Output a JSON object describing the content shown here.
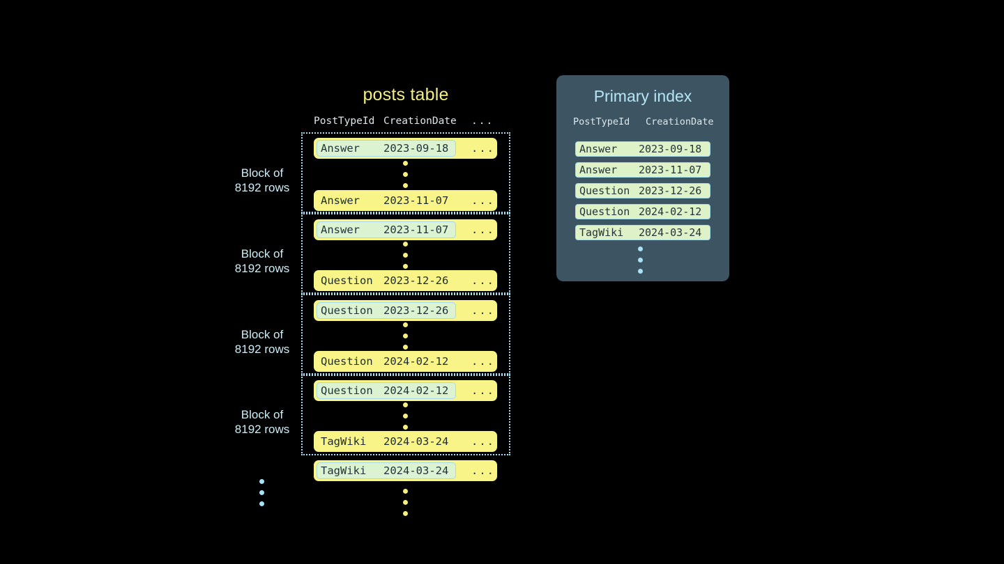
{
  "posts_table": {
    "title": "posts table",
    "columns": [
      "PostTypeId",
      "CreationDate",
      "..."
    ],
    "row_ellipsis": "...",
    "blocks": [
      {
        "label_line1": "Block of",
        "label_line2": "8192 rows",
        "first_row": {
          "post_type_id": "Answer",
          "creation_date": "2023-09-18",
          "more": "...",
          "highlighted": true
        },
        "last_row": {
          "post_type_id": "Answer",
          "creation_date": "2023-11-07",
          "more": "...",
          "highlighted": false
        }
      },
      {
        "label_line1": "Block of",
        "label_line2": "8192 rows",
        "first_row": {
          "post_type_id": "Answer",
          "creation_date": "2023-11-07",
          "more": "...",
          "highlighted": true
        },
        "last_row": {
          "post_type_id": "Question",
          "creation_date": "2023-12-26",
          "more": "...",
          "highlighted": false
        }
      },
      {
        "label_line1": "Block of",
        "label_line2": "8192 rows",
        "first_row": {
          "post_type_id": "Question",
          "creation_date": "2023-12-26",
          "more": "...",
          "highlighted": true
        },
        "last_row": {
          "post_type_id": "Question",
          "creation_date": "2024-02-12",
          "more": "...",
          "highlighted": false
        }
      },
      {
        "label_line1": "Block of",
        "label_line2": "8192 rows",
        "first_row": {
          "post_type_id": "Question",
          "creation_date": "2024-02-12",
          "more": "...",
          "highlighted": true
        },
        "last_row": {
          "post_type_id": "TagWiki",
          "creation_date": "2024-03-24",
          "more": "...",
          "highlighted": false
        }
      }
    ],
    "trailing_row": {
      "post_type_id": "TagWiki",
      "creation_date": "2024-03-24",
      "more": "...",
      "highlighted": true
    }
  },
  "primary_index": {
    "title": "Primary index",
    "columns": [
      "PostTypeId",
      "CreationDate"
    ],
    "rows": [
      {
        "post_type_id": "Answer",
        "creation_date": "2023-09-18"
      },
      {
        "post_type_id": "Answer",
        "creation_date": "2023-11-07"
      },
      {
        "post_type_id": "Question",
        "creation_date": "2023-12-26"
      },
      {
        "post_type_id": "Question",
        "creation_date": "2024-02-12"
      },
      {
        "post_type_id": "TagWiki",
        "creation_date": "2024-03-24"
      }
    ]
  },
  "colors": {
    "background": "#000000",
    "row_yellow": "#f9f487",
    "highlight_green": "#dcf3d2",
    "highlight_border_blue": "#a6d9ea",
    "index_panel": "#3d5563",
    "index_row_green": "#ddf2c6",
    "title_yellow": "#f2ef80",
    "title_blue": "#b6e4f5",
    "label_blue": "#cdeef8",
    "dot_yellow": "#f7ef7e",
    "dot_blue": "#a9e2f5"
  }
}
